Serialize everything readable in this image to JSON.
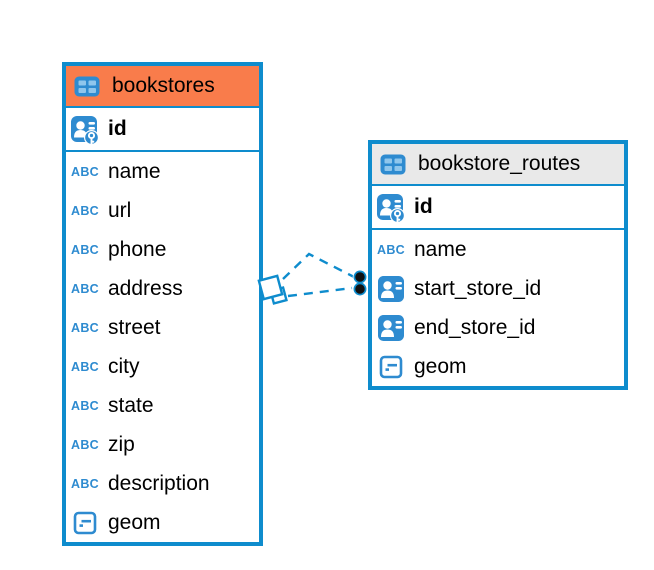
{
  "tables": [
    {
      "title": "bookstores",
      "header_style": "highlighted-orange",
      "primary_key": {
        "name": "id",
        "type": "primary-key"
      },
      "columns": [
        {
          "name": "name",
          "type": "text"
        },
        {
          "name": "url",
          "type": "text"
        },
        {
          "name": "phone",
          "type": "text"
        },
        {
          "name": "address",
          "type": "text"
        },
        {
          "name": "street",
          "type": "text"
        },
        {
          "name": "city",
          "type": "text"
        },
        {
          "name": "state",
          "type": "text"
        },
        {
          "name": "zip",
          "type": "text"
        },
        {
          "name": "description",
          "type": "text"
        },
        {
          "name": "geom",
          "type": "object"
        }
      ]
    },
    {
      "title": "bookstore_routes",
      "header_style": "plain-gray",
      "primary_key": {
        "name": "id",
        "type": "primary-key"
      },
      "columns": [
        {
          "name": "name",
          "type": "text"
        },
        {
          "name": "start_store_id",
          "type": "reference"
        },
        {
          "name": "end_store_id",
          "type": "reference"
        },
        {
          "name": "geom",
          "type": "object"
        }
      ]
    }
  ],
  "icons": {
    "text_type_glyph": "ABC"
  },
  "connector": {
    "line_style": "dashed",
    "line_count": 2,
    "left_endpoint": "overlapping-diamonds-at-bookstores",
    "right_endpoint": "two-black-dots-at-bookstore_routes"
  },
  "colors": {
    "accent_blue": "#0E8CCD",
    "icon_blue": "#2E8BD0",
    "icon_cell_blue": "#8FC6EC",
    "highlight_header_orange": "#F97C4B",
    "plain_header_gray": "#E9E9E9",
    "text": "#000000",
    "background": "#FFFFFF"
  }
}
